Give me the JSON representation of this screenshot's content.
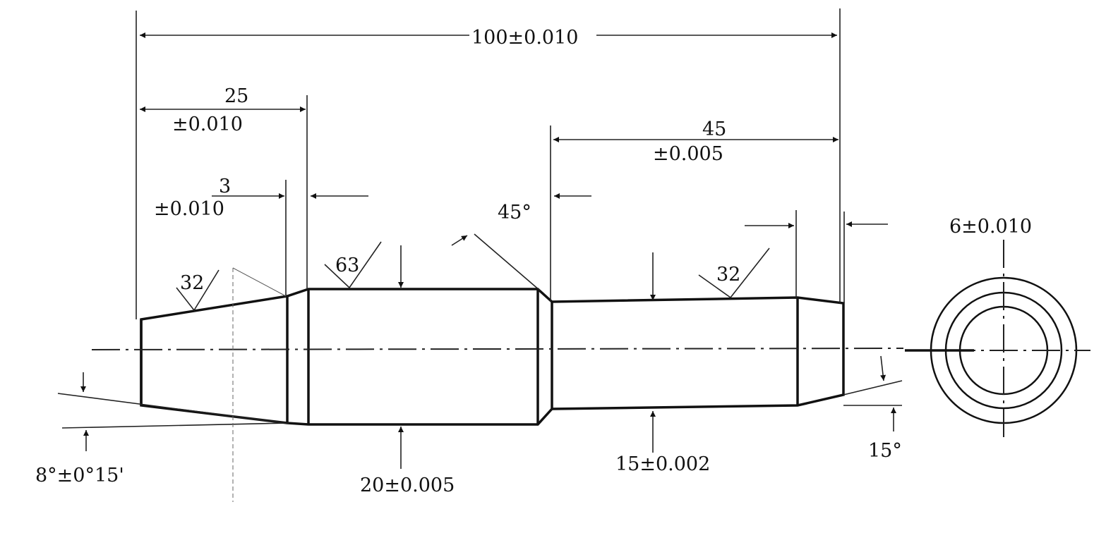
{
  "title": "Shaft drawing with tolerances",
  "dimensions": {
    "overall_length": "100±0.010",
    "left_section_value": "25",
    "left_section_tol": "±0.010",
    "chamfer_value": "3",
    "chamfer_tol": "±0.010",
    "right_section_value": "45",
    "right_section_tol": "±0.005",
    "chamfer_angle": "45°",
    "center_diameter": "20±0.005",
    "right_diameter": "15±0.002",
    "end_diameter": "6±0.010",
    "left_taper_angle": "8°±0°15'",
    "right_taper_angle": "15°"
  },
  "surface_finish": {
    "left_taper": "32",
    "center": "63",
    "right": "32"
  },
  "colors": {
    "ink": "#111111",
    "paper": "#ffffff"
  }
}
